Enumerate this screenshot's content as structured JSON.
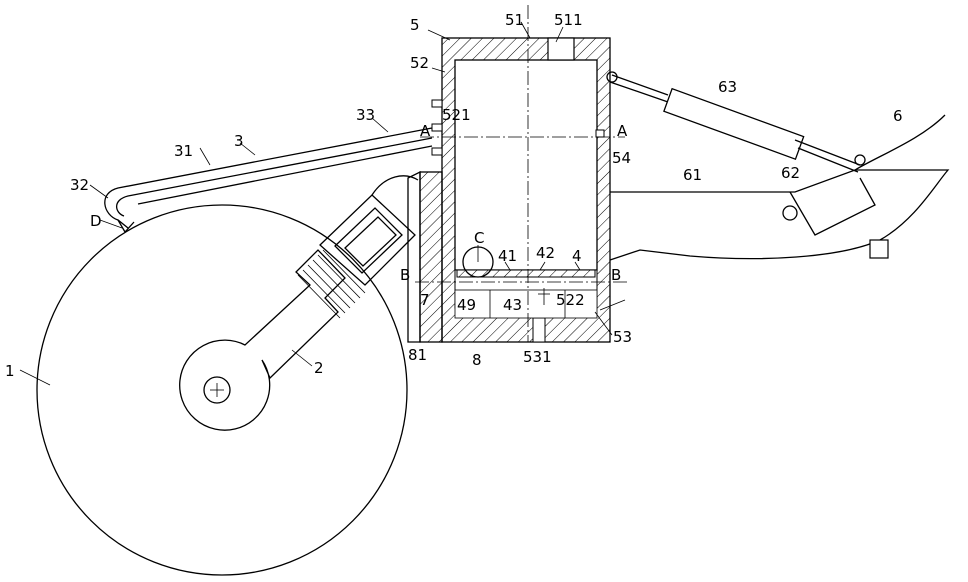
{
  "diagram": {
    "labels": {
      "l1": "1",
      "l2": "2",
      "l3": "3",
      "l31": "31",
      "l32": "32",
      "l33": "33",
      "lD": "D",
      "lC": "C",
      "l4": "4",
      "l41": "41",
      "l42": "42",
      "l43": "43",
      "l49": "49",
      "l5": "5",
      "l51": "51",
      "l511": "511",
      "l52": "52",
      "l521": "521",
      "l522": "522",
      "l53": "53",
      "l531": "531",
      "l54": "54",
      "l6": "6",
      "l61": "61",
      "l62": "62",
      "l63": "63",
      "l7": "7",
      "l8": "8",
      "l81": "81",
      "lA1": "A",
      "lA2": "A",
      "lB1": "B",
      "lB2": "B"
    }
  }
}
